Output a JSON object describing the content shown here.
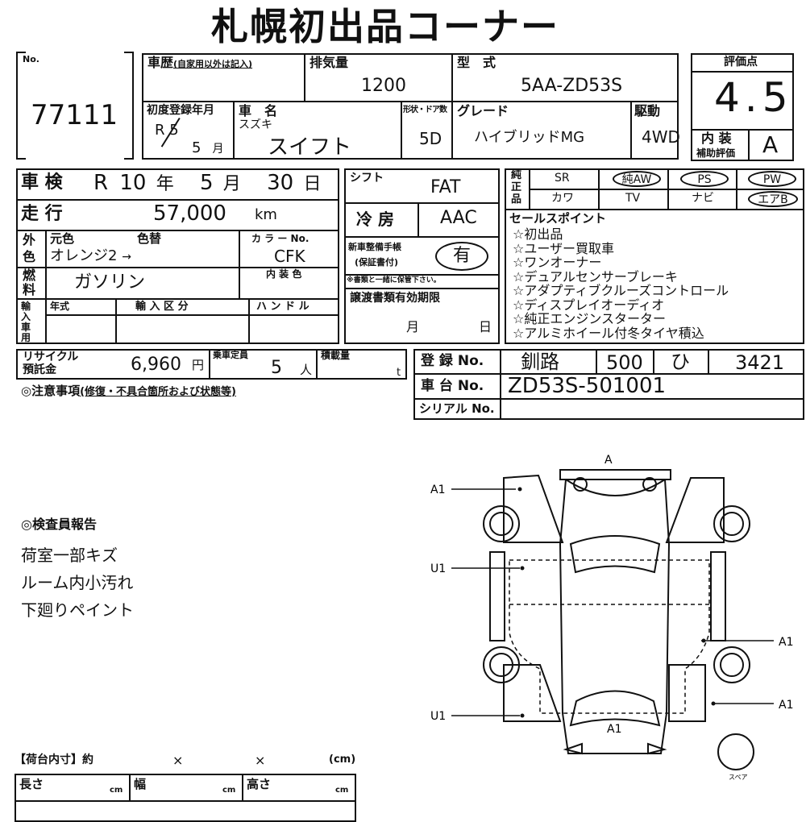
{
  "title": "札幌初出品コーナー",
  "lot": {
    "label": "No.",
    "number": "77111"
  },
  "history": {
    "label": "車歴",
    "note": "(自家用以外は記入)"
  },
  "displacement": {
    "label": "排気量",
    "value": "1200"
  },
  "model": {
    "label": "型　式",
    "value": "5AA-ZD53S"
  },
  "score": {
    "label": "評価点",
    "value": "4.5"
  },
  "first_reg": {
    "label": "初度登録年月",
    "era": "R",
    "year": "5",
    "month": "5",
    "month_unit": "月"
  },
  "car_name": {
    "label": "車　名",
    "maker": "スズキ",
    "name": "スイフト"
  },
  "doors": {
    "label": "形状・ドア数",
    "value": "5D"
  },
  "grade": {
    "label": "グレード",
    "value": "ハイブリッドMG"
  },
  "drive": {
    "label": "駆動",
    "value": "4WD"
  },
  "interior_score": {
    "label1": "内 装",
    "label2": "補助評価",
    "value": "A"
  },
  "inspection": {
    "label": "車 検",
    "era": "R",
    "year": "10",
    "year_unit": "年",
    "month": "5",
    "month_unit": "月",
    "day": "30",
    "day_unit": "日"
  },
  "mileage": {
    "label": "走 行",
    "value": "57,000",
    "unit": "km"
  },
  "color": {
    "side_label1": "外",
    "side_label2": "色",
    "orig_label": "元色",
    "change_label": "色替",
    "orig_value": "オレンジ2",
    "arrow": "→",
    "code_label": "カ ラ ー No.",
    "code_value": "CFK"
  },
  "fuel": {
    "label1": "燃",
    "label2": "料",
    "value": "ガソリン",
    "interior_color_label": "内 装 色"
  },
  "import": {
    "side_label": [
      "輸",
      "入",
      "車",
      "用"
    ],
    "year_label": "年式",
    "class_label": "輸 入 区 分",
    "handle_label": "ハ ン ド ル"
  },
  "shift": {
    "label": "シフト",
    "value": "FAT"
  },
  "ac": {
    "label": "冷 房",
    "value": "AAC"
  },
  "warranty": {
    "label1": "新車整備手帳",
    "label2": "(保証書付)",
    "value": "有",
    "note": "※書類と一緒に保管下さい。"
  },
  "transfer": {
    "label": "譲渡書類有効期限",
    "month_unit": "月",
    "day_unit": "日"
  },
  "equipment": {
    "side_label": [
      "純",
      "正",
      "品"
    ],
    "items": [
      "SR",
      "純AW",
      "PS",
      "PW",
      "カワ",
      "TV",
      "ナビ",
      "エアB"
    ]
  },
  "sales_points": {
    "label": "セールスポイント",
    "items": [
      "☆初出品",
      "☆ユーザー買取車",
      "☆ワンオーナー",
      "☆デュアルセンサーブレーキ",
      "☆アダプティブクルーズコントロール",
      "☆ディスプレイオーディオ",
      "☆純正エンジンスターター",
      "☆アルミホイール付冬タイヤ積込"
    ]
  },
  "recycle": {
    "label1": "リサイクル",
    "label2": "預託金",
    "value": "6,960",
    "unit": "円"
  },
  "capacity": {
    "label": "乗車定員",
    "value": "5",
    "unit": "人"
  },
  "load": {
    "label": "積載量",
    "unit": "t"
  },
  "registration": {
    "label": "登 録 No.",
    "region": "釧路",
    "class": "500",
    "kana": "ひ",
    "number": "3421"
  },
  "chassis": {
    "label": "車 台 No.",
    "value": "ZD53S-501001"
  },
  "serial": {
    "label": "シリアル No."
  },
  "caution": {
    "label": "◎注意事項",
    "note": "(修復・不具合箇所および状態等)"
  },
  "inspector": {
    "label": "◎検査員報告",
    "lines": [
      "荷室一部キズ",
      "ルーム内小汚れ",
      "下廻りペイント"
    ]
  },
  "diagram": {
    "labels": {
      "top": "A",
      "front_left": "A1",
      "left_door": "U1",
      "right_rear": "A1",
      "right_back": "A1",
      "left_back": "U1",
      "rear": "A1"
    },
    "spare_label": "スペア"
  },
  "cargo": {
    "label": "【荷台内寸】約",
    "x1": "×",
    "x2": "×",
    "unit": "(cm)",
    "length_label": "長さ",
    "width_label": "幅",
    "height_label": "高さ",
    "cm": "cm"
  }
}
